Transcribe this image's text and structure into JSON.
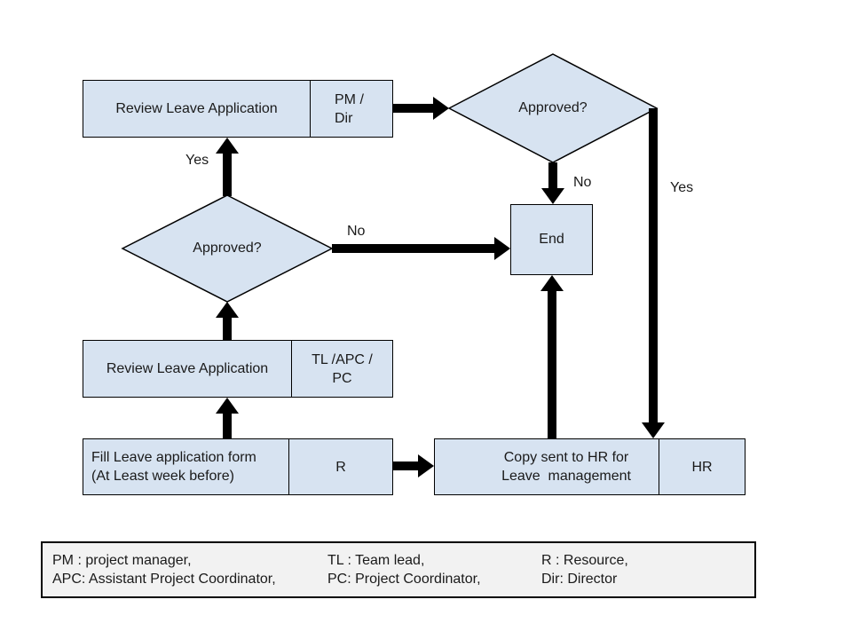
{
  "diagram_type": "flowchart",
  "nodes": {
    "review_top": {
      "label": "Review Leave Application",
      "role": "PM /\nDir"
    },
    "approved_top": {
      "label": "Approved?"
    },
    "approved_left": {
      "label": "Approved?"
    },
    "end": {
      "label": "End"
    },
    "review_mid": {
      "label": "Review Leave Application",
      "role": "TL /APC /\nPC"
    },
    "fill_form": {
      "label": "Fill Leave application form\n(At Least week before)",
      "role": "R"
    },
    "copy_hr": {
      "label": "Copy sent to HR for\nLeave  management",
      "role": "HR"
    }
  },
  "edge_labels": {
    "yes_left": "Yes",
    "no_left": "No",
    "no_top": "No",
    "yes_right": "Yes"
  },
  "edges": [
    {
      "from": "fill_form",
      "to": "review_mid",
      "label": ""
    },
    {
      "from": "fill_form",
      "to": "copy_hr",
      "label": ""
    },
    {
      "from": "review_mid",
      "to": "approved_left",
      "label": ""
    },
    {
      "from": "approved_left",
      "to": "review_top",
      "label": "Yes"
    },
    {
      "from": "approved_left",
      "to": "end",
      "label": "No"
    },
    {
      "from": "review_top",
      "to": "approved_top",
      "label": ""
    },
    {
      "from": "approved_top",
      "to": "end",
      "label": "No"
    },
    {
      "from": "approved_top",
      "to": "copy_hr",
      "label": "Yes"
    },
    {
      "from": "copy_hr",
      "to": "end",
      "label": ""
    }
  ],
  "legend": {
    "col1": "PM : project manager,\nAPC: Assistant Project Coordinator,",
    "col2": "TL : Team lead,\nPC: Project Coordinator,",
    "col3": "R : Resource,\nDir: Director"
  },
  "colors": {
    "node_fill": "#d7e3f1",
    "node_border": "#000000",
    "legend_fill": "#f2f2f2",
    "arrow": "#000000",
    "text": "#1a1a1a",
    "background": "#ffffff"
  }
}
